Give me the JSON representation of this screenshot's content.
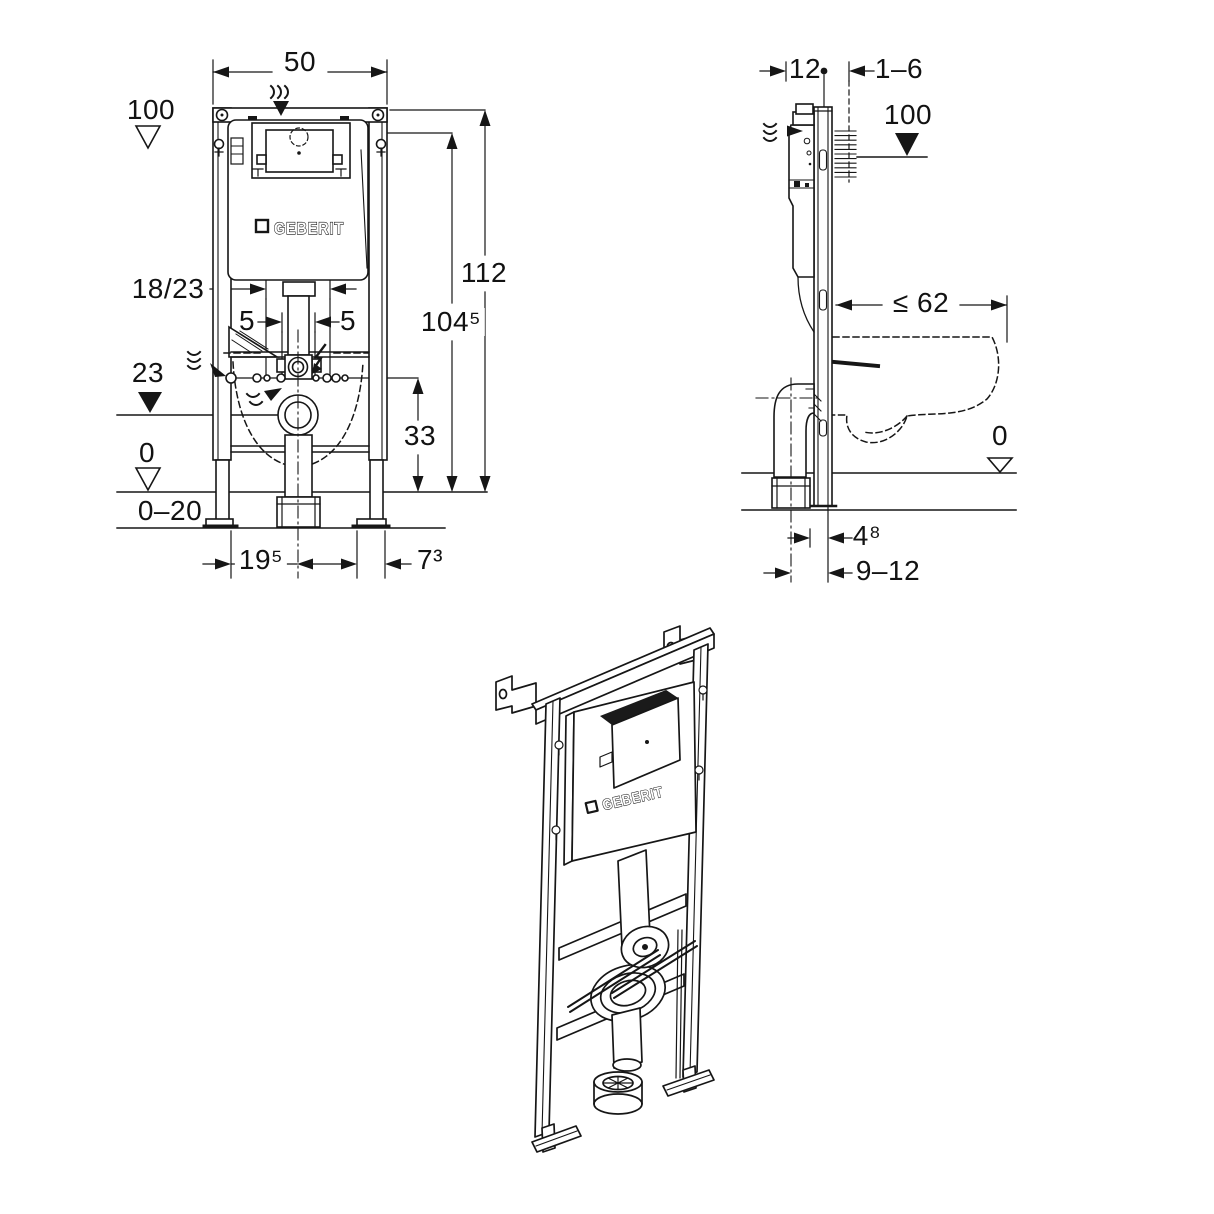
{
  "drawing": {
    "brand": "GEBERIT",
    "front_view": {
      "width_top": "50",
      "level_top": "100",
      "height_overall": "112",
      "height_actuator": "104⁵",
      "supply_offset": "18/23",
      "offset_left": "5",
      "offset_right": "5",
      "level_outlet": "23",
      "outlet_height": "33",
      "level_floor": "0",
      "floor_adjust_range": "0–20",
      "dim_bottom_left": "19⁵",
      "dim_bottom_right": "7³",
      "logo": "GEBERIT"
    },
    "side_view": {
      "frame_depth": "12",
      "wall_finish_thickness": "1–6",
      "level_actuator": "100",
      "pan_depth_max": "≤ 62",
      "level_floor": "0",
      "dim_outlet_to_wall": "4⁸",
      "dim_bend_to_wall": "9–12"
    },
    "iso_view": {
      "logo": "GEBERIT"
    }
  }
}
